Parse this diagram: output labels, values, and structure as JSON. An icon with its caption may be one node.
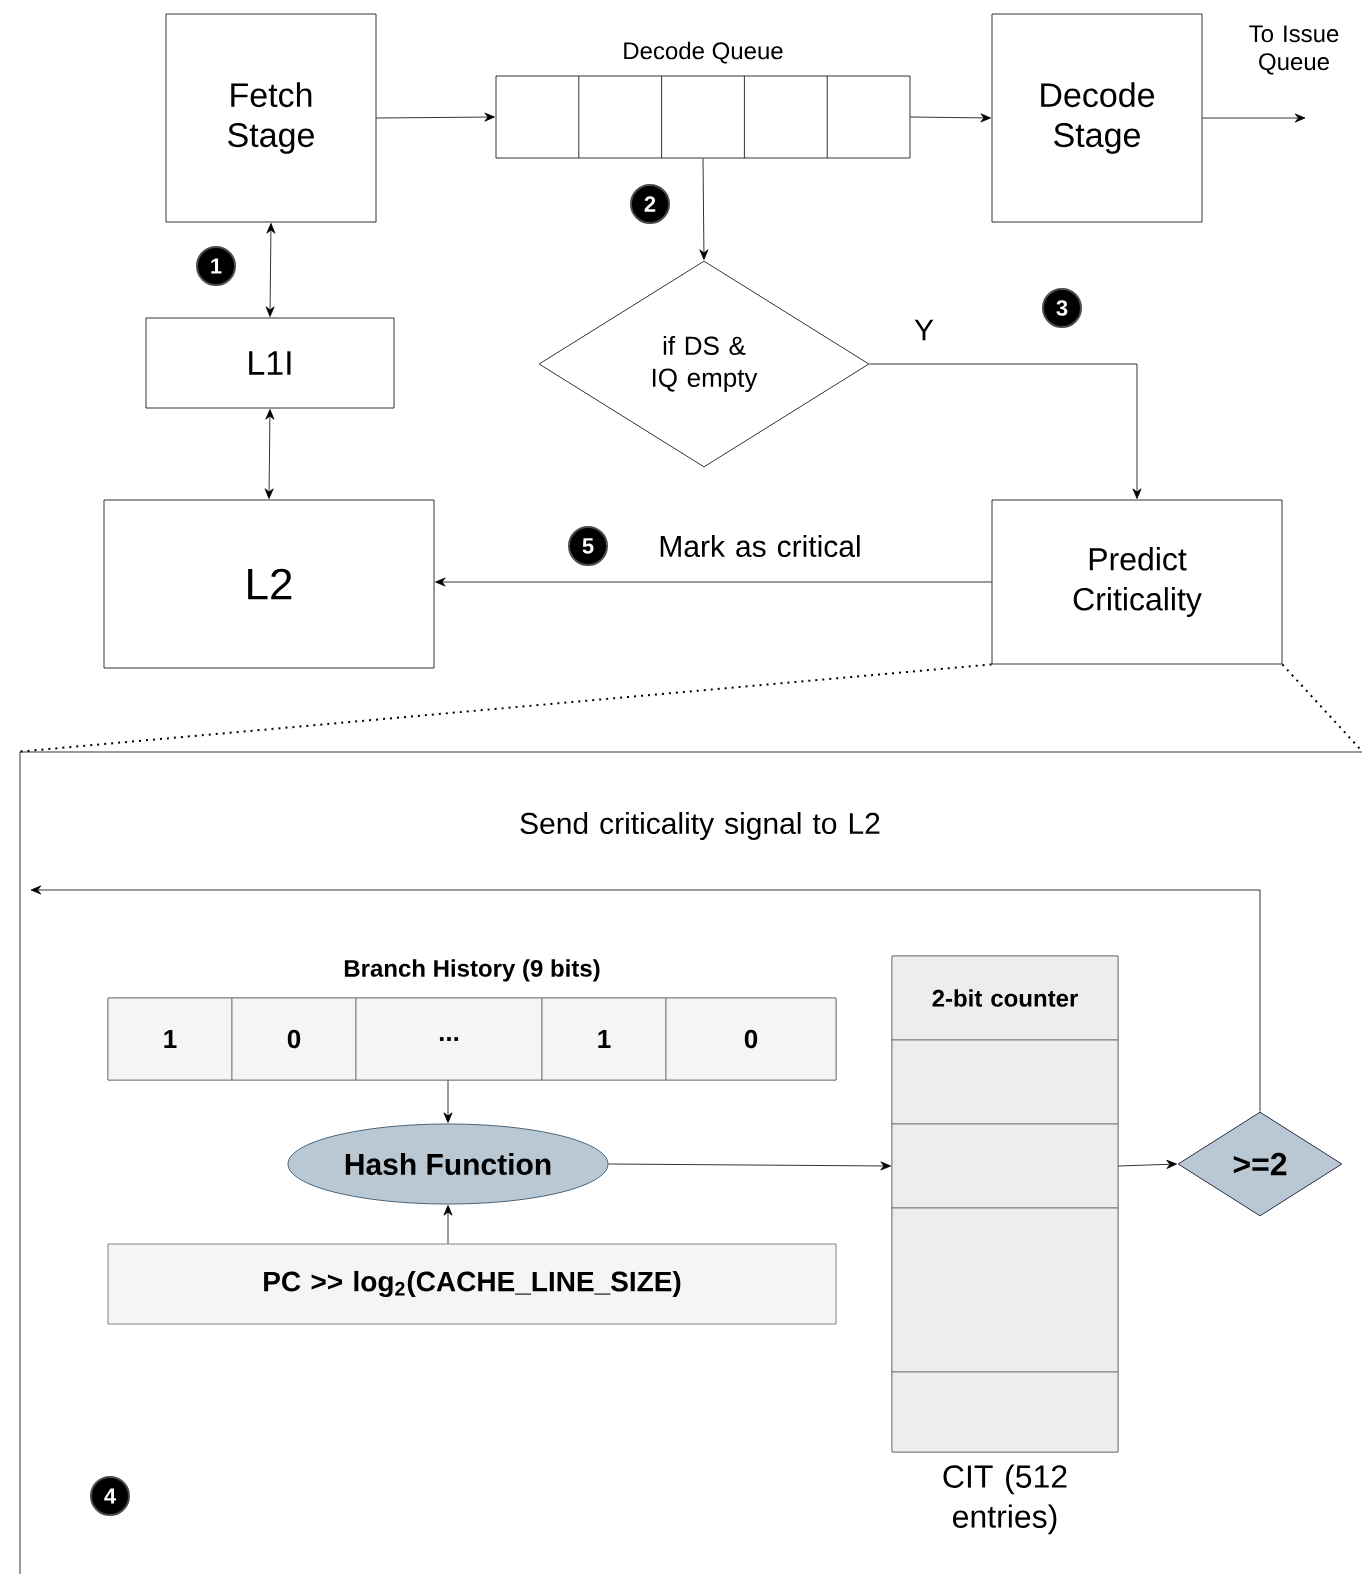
{
  "diagram": {
    "nodes": [
      {
        "text": [
          "Fetch Stage"
        ]
      },
      {
        "text": [
          "Decode Queue"
        ]
      },
      {
        "text": [
          "Decode Stage"
        ]
      },
      {
        "text": [
          "L1I"
        ]
      },
      {
        "text": [
          "L2"
        ]
      },
      {
        "text": [
          "if DS & IQ empty"
        ]
      },
      {
        "text": [
          "Predict Criticality"
        ]
      },
      {
        "text": [],
        "shape": "box"
      },
      {
        "text": [
          "Branch History (9 bits)"
        ],
        "in": 7
      },
      {
        "text": [
          "1"
        ],
        "in": 8
      },
      {
        "text": [
          "0"
        ],
        "in": 8
      },
      {
        "text": [
          "..."
        ],
        "in": 8
      },
      {
        "text": [
          "1"
        ],
        "in": 8
      },
      {
        "text": [
          "0"
        ],
        "in": 8
      },
      {
        "text": [
          "Hash Function"
        ],
        "in": 7
      },
      {
        "text": [
          "PC >> log$_{2}$(CACHE_LINE_SIZE)"
        ],
        "in": 7
      },
      {
        "text": [
          "CIT (512 entries)"
        ],
        "in": 7
      },
      {
        "text": [
          "2-bit counter"
        ],
        "in": 16
      },
      {
        "text": [],
        "shape": "box",
        "in": 16
      },
      {
        "text": [],
        "shape": "box",
        "in": 16
      },
      {
        "text": [],
        "shape": "box",
        "in": 16
      },
      {
        "text": [],
        "shape": "box",
        "in": 16
      },
      {
        "text": [
          ">=2"
        ],
        "in": 7
      }
    ],
    "edges": [
      {
        "from": 0,
        "to": 1,
        "arrow": "to"
      },
      {
        "from": 1,
        "to": 2,
        "arrow": "to"
      },
      {
        "from": 2,
        "to": null,
        "arrow": "to",
        "label": "To Issue Queue"
      },
      {
        "from": 0,
        "to": 3,
        "arrow": "both"
      },
      {
        "from": 3,
        "to": 4,
        "arrow": "both"
      },
      {
        "from": 1,
        "to": 5,
        "arrow": "to"
      },
      {
        "from": 5,
        "to": 6,
        "arrow": "to",
        "label": "Y"
      },
      {
        "from": 6,
        "to": 4,
        "arrow": "to",
        "label": "Mark as critical"
      },
      {
        "from": 8,
        "to": 14,
        "arrow": "to"
      },
      {
        "from": 15,
        "to": 14,
        "arrow": "to"
      },
      {
        "from": 14,
        "to": 19,
        "arrow": "to"
      },
      {
        "from": 19,
        "to": 22,
        "arrow": "to"
      },
      {
        "from": 22,
        "to": null,
        "arrow": "to",
        "label": "Send criticality signal to L2"
      },
      {
        "from": 6,
        "to": 7,
        "arrow": "none",
        "style": "dashed"
      },
      {
        "from": 6,
        "to": 7,
        "arrow": "none",
        "style": "dashed"
      }
    ],
    "labels": [
      "2",
      "1",
      "3",
      "5",
      "4"
    ]
  }
}
